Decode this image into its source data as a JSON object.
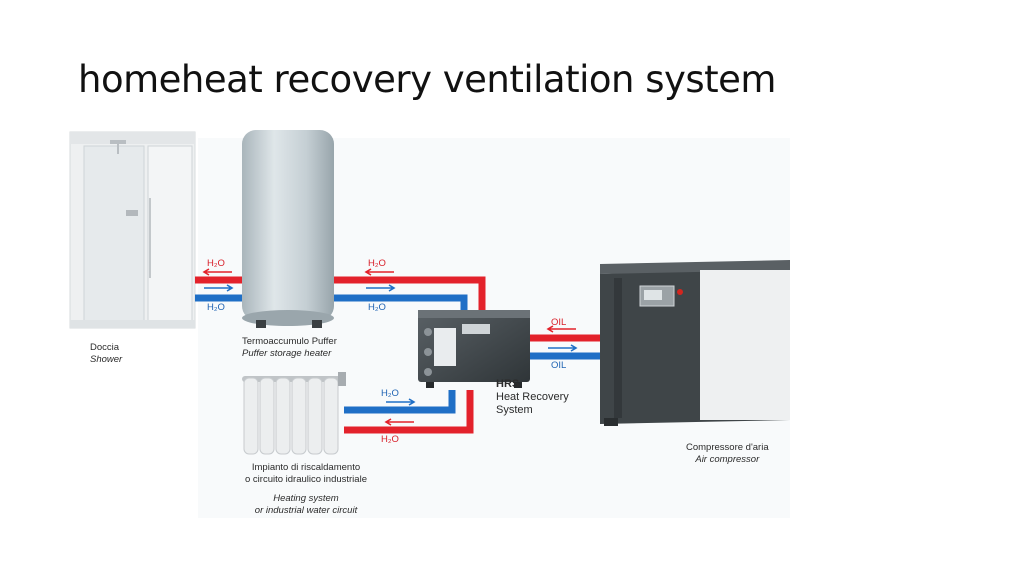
{
  "slide": {
    "title": "homeheat recovery ventilation system"
  },
  "diagram": {
    "colors": {
      "hot_pipe": "#e3222b",
      "cold_pipe": "#1f6fc6",
      "tank": "#c9d3d8",
      "compressor": "#3f4548"
    },
    "flows": {
      "shower_hot": "H₂O",
      "shower_cold": "H₂O",
      "puffer_hot": "H₂O",
      "puffer_cold": "H₂O",
      "oil_hot": "OIL",
      "oil_cold": "OIL",
      "heating_cold": "H₂O",
      "heating_hot": "H₂O"
    },
    "components": {
      "shower": {
        "label_it": "Doccia",
        "label_en": "Shower"
      },
      "puffer": {
        "label_it": "Termoaccumulo Puffer",
        "label_en": "Puffer storage heater"
      },
      "hrs": {
        "abbr": "HRS",
        "line1": "Heat Recovery",
        "line2": "System"
      },
      "compressor": {
        "label_it": "Compressore d'aria",
        "label_en": "Air compressor"
      },
      "heating": {
        "label_it_1": "Impianto di riscaldamento",
        "label_it_2": "o circuito idraulico industriale",
        "label_en_1": "Heating system",
        "label_en_2": "or industrial water circuit"
      }
    }
  }
}
